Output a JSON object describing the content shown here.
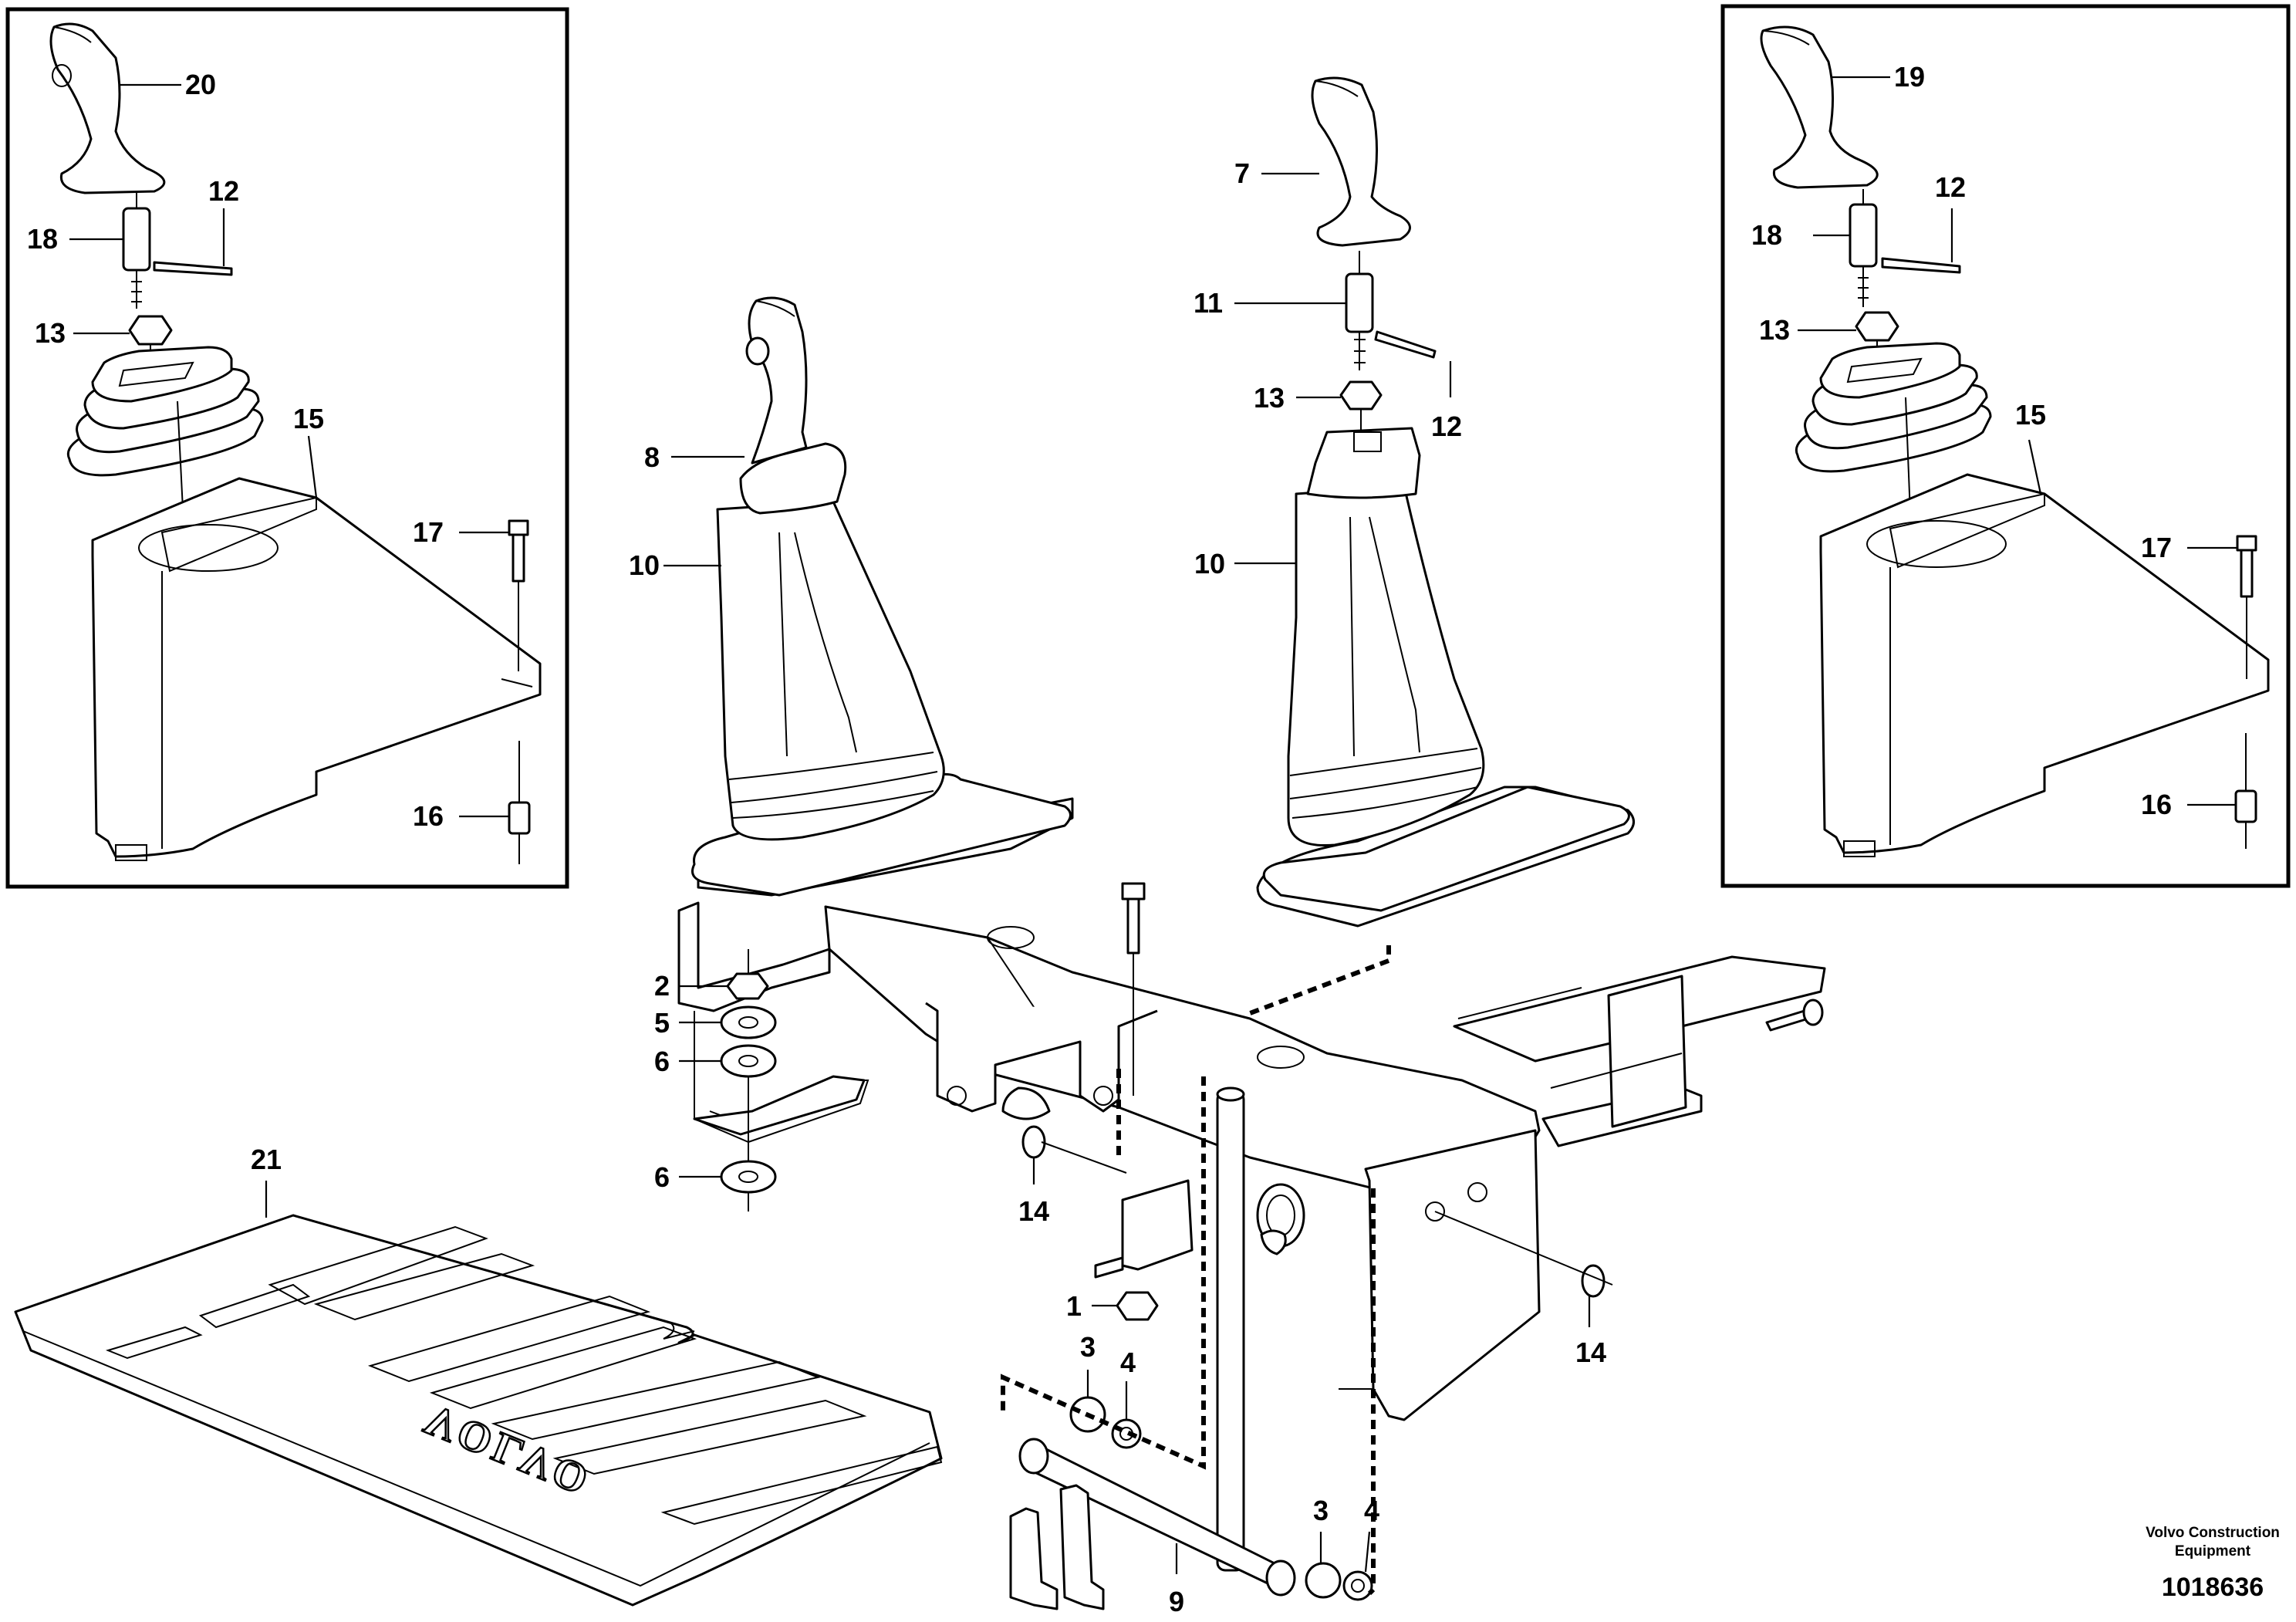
{
  "labels": {
    "p1": "1",
    "p2": "2",
    "p3a": "3",
    "p3b": "3",
    "p4a": "4",
    "p4b": "4",
    "p5": "5",
    "p6a": "6",
    "p6b": "6",
    "p7": "7",
    "p8": "8",
    "p9": "9",
    "p10a": "10",
    "p10b": "10",
    "p11": "11",
    "p12a": "12",
    "p12b": "12",
    "p12c": "12",
    "p13a": "13",
    "p13b": "13",
    "p13c": "13",
    "p14a": "14",
    "p14b": "14",
    "p15a": "15",
    "p15b": "15",
    "p16a": "16",
    "p16b": "16",
    "p17a": "17",
    "p17b": "17",
    "p18a": "18",
    "p18b": "18",
    "p19": "19",
    "p20": "20",
    "p21": "21"
  },
  "footer": {
    "company_line1": "Volvo Construction",
    "company_line2": "Equipment",
    "doc_number": "1018636"
  },
  "mat_logo_text": "VOLVO"
}
